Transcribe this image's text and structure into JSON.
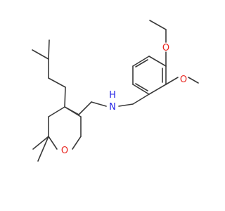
{
  "atoms": {
    "nitrogen": "N",
    "nitrogen_h": "H",
    "oxygen_ring": "O",
    "oxygen_methoxy_top": "O",
    "oxygen_methoxy_side": "O"
  },
  "colors": {
    "bond": "#3a3a3a",
    "oxygen": "#e8251f",
    "nitrogen": "#2424e6",
    "background": "#ffffff"
  }
}
